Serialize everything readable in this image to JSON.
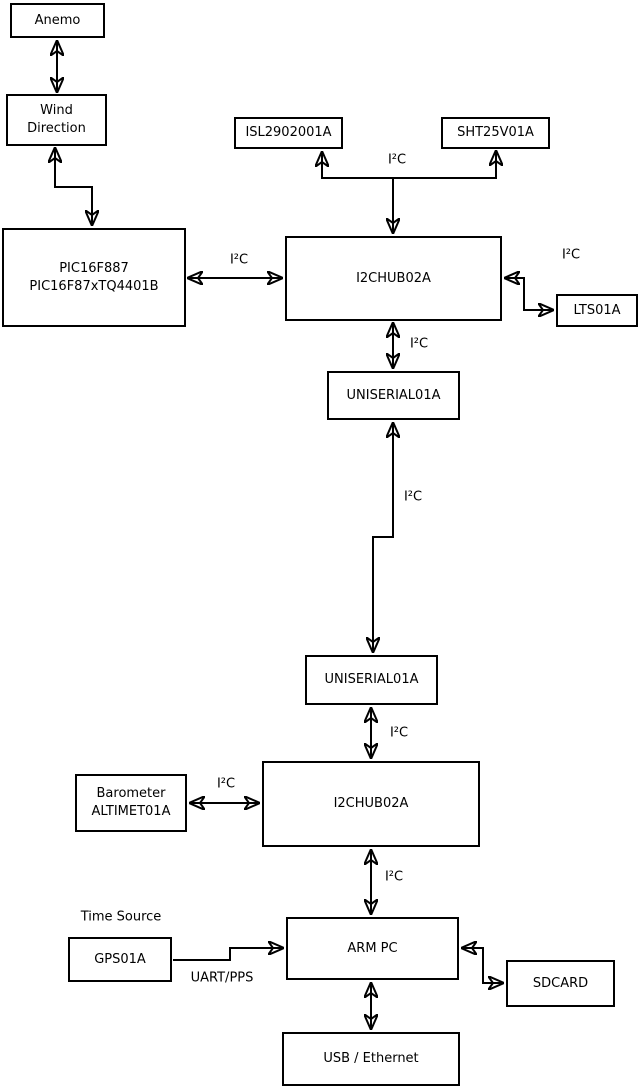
{
  "colors": {
    "line": "#000000",
    "background": "#ffffff",
    "text": "#000000"
  },
  "diagram": {
    "nodes": {
      "anemo": {
        "label": "Anemo"
      },
      "wind_direction": {
        "label": "Wind\nDirection"
      },
      "pic": {
        "label": "PIC16F887\nPIC16F87xTQ4401B"
      },
      "isl": {
        "label": "ISL2902001A"
      },
      "sht": {
        "label": "SHT25V01A"
      },
      "hub1": {
        "label": "I2CHUB02A"
      },
      "lts": {
        "label": "LTS01A"
      },
      "uniserial1": {
        "label": "UNISERIAL01A"
      },
      "uniserial2": {
        "label": "UNISERIAL01A"
      },
      "barometer": {
        "label": "Barometer\nALTIMET01A"
      },
      "hub2": {
        "label": "I2CHUB02A"
      },
      "gps": {
        "label": "GPS01A"
      },
      "arm_pc": {
        "label": "ARM PC"
      },
      "sdcard": {
        "label": "SDCARD"
      },
      "usb_ethernet": {
        "label": "USB / Ethernet"
      }
    },
    "labels": {
      "i2c": "I²C",
      "uart_pps": "UART/PPS",
      "time_source": "Time Source"
    }
  }
}
